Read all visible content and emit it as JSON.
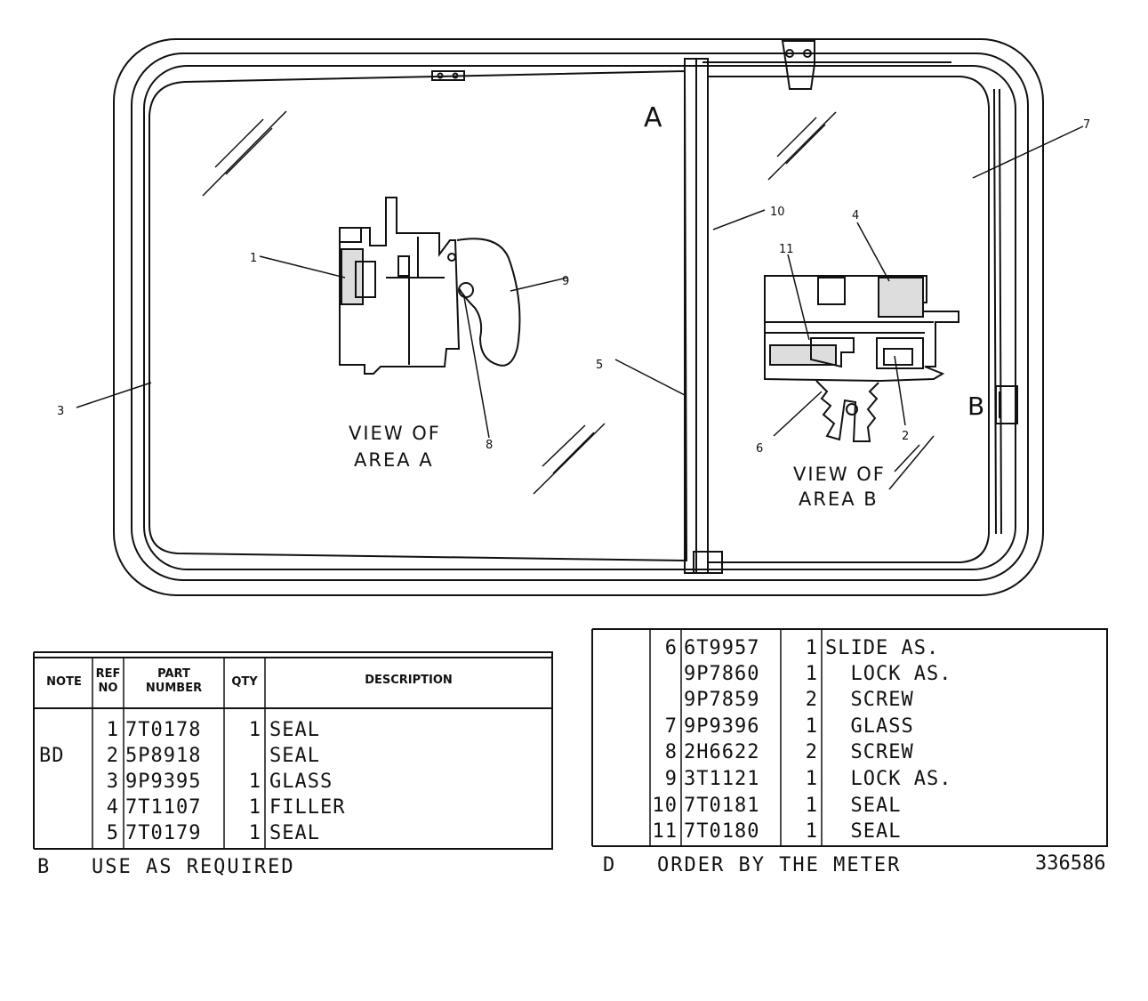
{
  "diagram": {
    "area_a_letter": "A",
    "area_b_letter": "B",
    "view_a_line1": "VIEW OF",
    "view_a_line2": "AREA A",
    "view_b_line1": "VIEW OF",
    "view_b_line2": "AREA B",
    "callouts": [
      "1",
      "2",
      "3",
      "4",
      "5",
      "6",
      "7",
      "8",
      "9",
      "10",
      "11"
    ]
  },
  "left_table": {
    "headers": {
      "note": "NOTE",
      "ref_no_1": "REF",
      "ref_no_2": "NO",
      "part_1": "PART",
      "part_2": "NUMBER",
      "qty": "QTY",
      "desc": "DESCRIPTION"
    },
    "rows": [
      {
        "note": "",
        "ref": "1",
        "part": "7T0178",
        "qty": "1",
        "desc": "SEAL"
      },
      {
        "note": "BD",
        "ref": "2",
        "part": "5P8918",
        "qty": "",
        "desc": "SEAL"
      },
      {
        "note": "",
        "ref": "3",
        "part": "9P9395",
        "qty": "1",
        "desc": "GLASS"
      },
      {
        "note": "",
        "ref": "4",
        "part": "7T1107",
        "qty": "1",
        "desc": "FILLER"
      },
      {
        "note": "",
        "ref": "5",
        "part": "7T0179",
        "qty": "1",
        "desc": "SEAL"
      }
    ],
    "footnote": "B   USE AS REQUIRED"
  },
  "right_table": {
    "rows": [
      {
        "ref": "6",
        "part": "6T9957",
        "qty": "1",
        "desc": "SLIDE AS."
      },
      {
        "ref": "",
        "part": "9P7860",
        "qty": "1",
        "desc": "  LOCK AS."
      },
      {
        "ref": "",
        "part": "9P7859",
        "qty": "2",
        "desc": "  SCREW"
      },
      {
        "ref": "7",
        "part": "9P9396",
        "qty": "1",
        "desc": "  GLASS"
      },
      {
        "ref": "8",
        "part": "2H6622",
        "qty": "2",
        "desc": "  SCREW"
      },
      {
        "ref": "9",
        "part": "3T1121",
        "qty": "1",
        "desc": "  LOCK AS."
      },
      {
        "ref": "10",
        "part": "7T0181",
        "qty": "1",
        "desc": "  SEAL"
      },
      {
        "ref": "11",
        "part": "7T0180",
        "qty": "1",
        "desc": "  SEAL"
      }
    ],
    "footnote": "D   ORDER BY THE METER",
    "drawing_number": "336586"
  }
}
